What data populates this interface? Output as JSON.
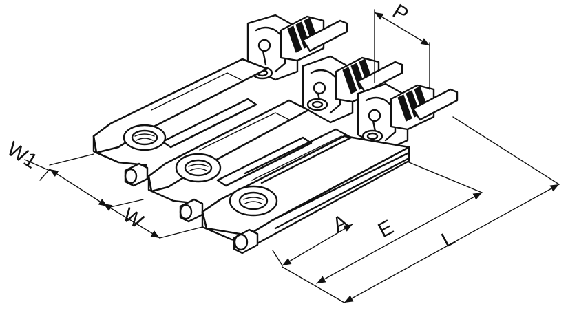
{
  "labels": {
    "w1": "W1",
    "w": "W",
    "p": "P",
    "a": "A",
    "l": "L",
    "e": "E"
  }
}
